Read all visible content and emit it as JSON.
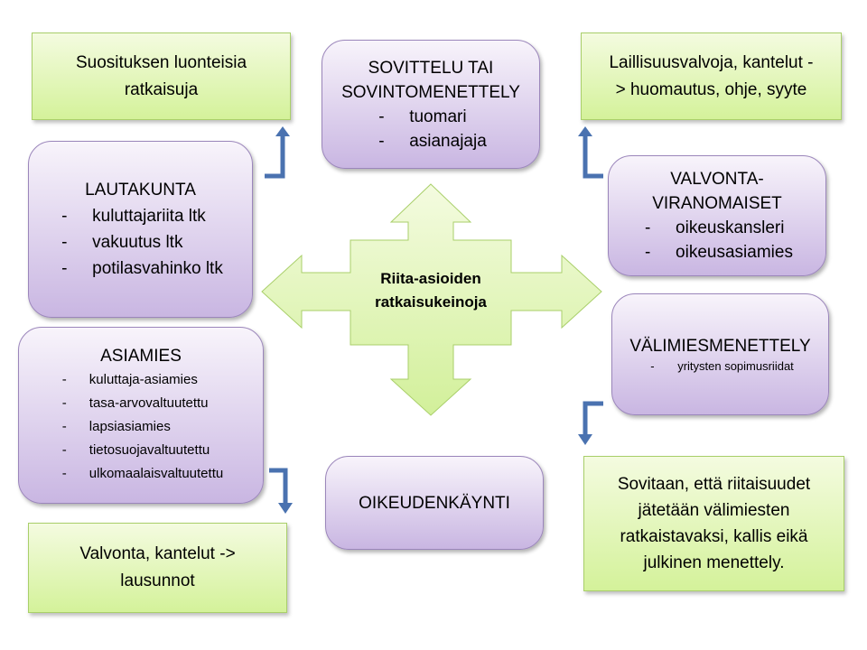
{
  "center": {
    "line1": "Riita-asioiden",
    "line2": "ratkaisukeinoja"
  },
  "green_boxes": {
    "top_left": {
      "line1": "Suosituksen luonteisia",
      "line2": "ratkaisuja"
    },
    "top_right": {
      "line1": "Laillisuusvalvoja, kantelut -",
      "line2": "> huomautus, ohje, syyte"
    },
    "bottom_left": {
      "line1": "Valvonta, kantelut ->",
      "line2": "lausunnot"
    },
    "bottom_right": {
      "line1": "Sovitaan, että riitaisuudet",
      "line2": "jätetään välimiesten",
      "line3": "ratkaistavaksi, kallis eikä",
      "line4": "julkinen menettely."
    }
  },
  "purple_boxes": {
    "sovittelu": {
      "title1": "SOVITTELU TAI",
      "title2": "SOVINTOMENETTELY",
      "items": [
        "tuomari",
        "asianajaja"
      ]
    },
    "lautakunta": {
      "title": "LAUTAKUNTA",
      "items": [
        "kuluttajariita ltk",
        "vakuutus ltk",
        "potilasvahinko ltk"
      ]
    },
    "asiamies": {
      "title": "ASIAMIES",
      "items": [
        "kuluttaja-asiamies",
        "tasa-arvovaltuutettu",
        "lapsiasiamies",
        "tietosuojavaltuutettu",
        "ulkomaalaisvaltuutettu"
      ]
    },
    "valvonta": {
      "title1": "VALVONTA-",
      "title2": "VIRANOMAISET",
      "items": [
        "oikeuskansleri",
        "oikeusasiamies"
      ]
    },
    "valimies": {
      "title": "VÄLIMIESMENETTELY",
      "items": [
        "yritysten sopimusriidat"
      ]
    },
    "oikeudenkaynti": {
      "title": "OIKEUDENKÄYNTI"
    }
  },
  "dash": "-",
  "colors": {
    "green": "#d4f29a",
    "purple": "#c9b6e2",
    "arrow_blue": "#4a72b0"
  }
}
